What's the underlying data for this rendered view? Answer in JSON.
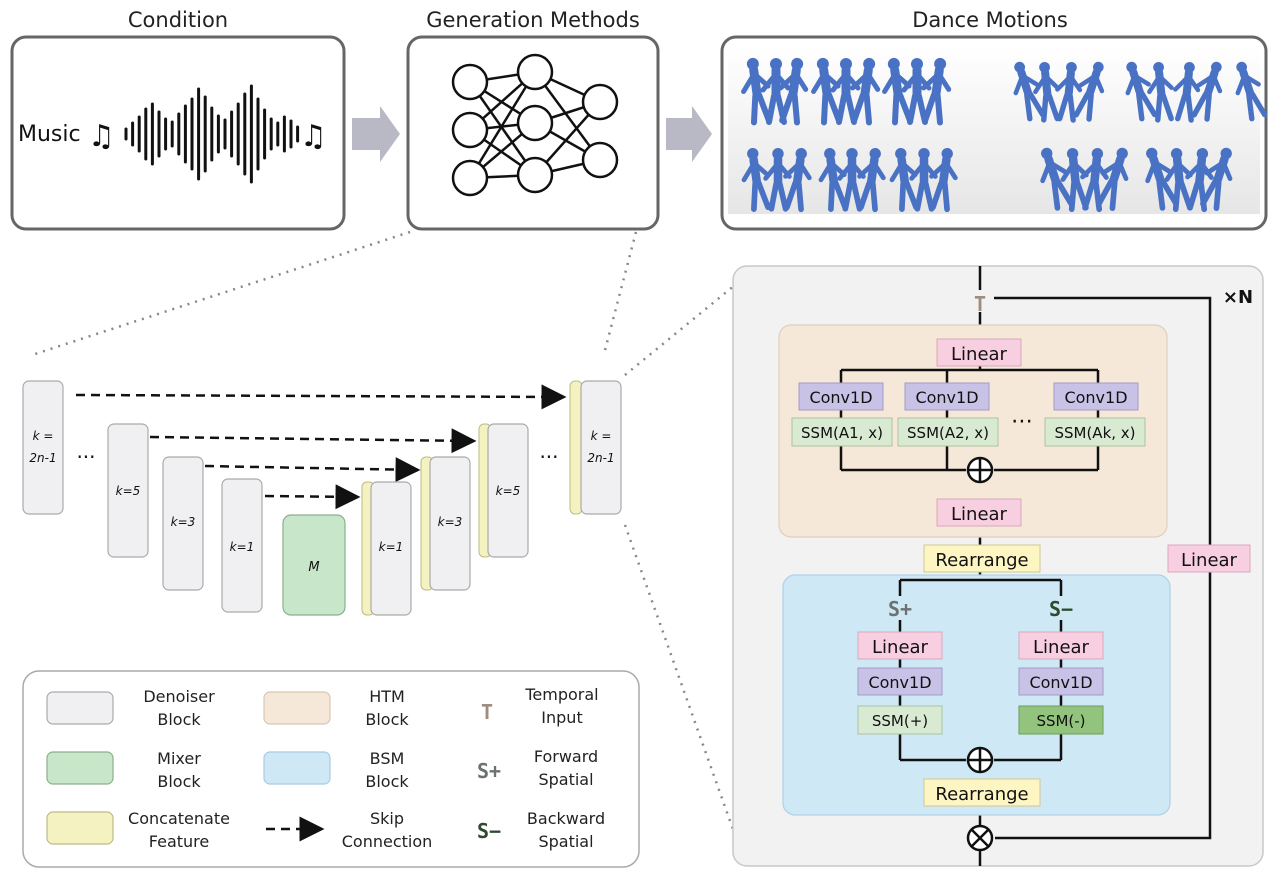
{
  "headers": {
    "condition": "Condition",
    "generation": "Generation Methods",
    "dance": "Dance Motions"
  },
  "condition": {
    "music_label": "Music"
  },
  "unet": {
    "left_blocks": [
      "k =\n2n-1",
      "k=5",
      "k=3",
      "k=1"
    ],
    "mixer": "M",
    "right_blocks": [
      "k=1",
      "k=3",
      "k=5",
      "k =\n2n-1"
    ],
    "ellipsis": "..."
  },
  "legend": {
    "denoiser": "Denoiser\nBlock",
    "mixer": "Mixer\nBlock",
    "concat": "Concatenate\nFeature",
    "htm": "HTM\nBlock",
    "bsm": "BSM\nBlock",
    "skip": "Skip\nConnection",
    "temporal_symbol": "T",
    "temporal": "Temporal\nInput",
    "forward_symbol": "S+",
    "forward": "Forward\nSpatial",
    "backward_symbol": "S−",
    "backward": "Backward\nSpatial"
  },
  "detail": {
    "times_n": "×N",
    "t_symbol": "T",
    "linear": "Linear",
    "conv1d": "Conv1D",
    "ssm1": "SSM(A1, x)",
    "ssm2": "SSM(A2, x)",
    "ssmk": "SSM(Ak, x)",
    "dots": "⋯",
    "rearrange": "Rearrange",
    "s_plus": "S+",
    "s_minus": "S−",
    "ssm_plus": "SSM(+)",
    "ssm_minus": "SSM(-)"
  },
  "colors": {
    "linear": "#f8cfe0",
    "conv": "#c8c2e6",
    "ssm": "#d9ead3",
    "ssm_minus": "#93c47d",
    "rearrange": "#fdf6c3",
    "htm_bg": "#f6e8d8",
    "bsm_bg": "#cfe8f6",
    "panel_bg": "#f2f2f2",
    "denoiser": "#f0f0f2",
    "mixer": "#c8e6c9",
    "concat": "#f3f2c0",
    "figure_blue": "#4a72c4"
  }
}
